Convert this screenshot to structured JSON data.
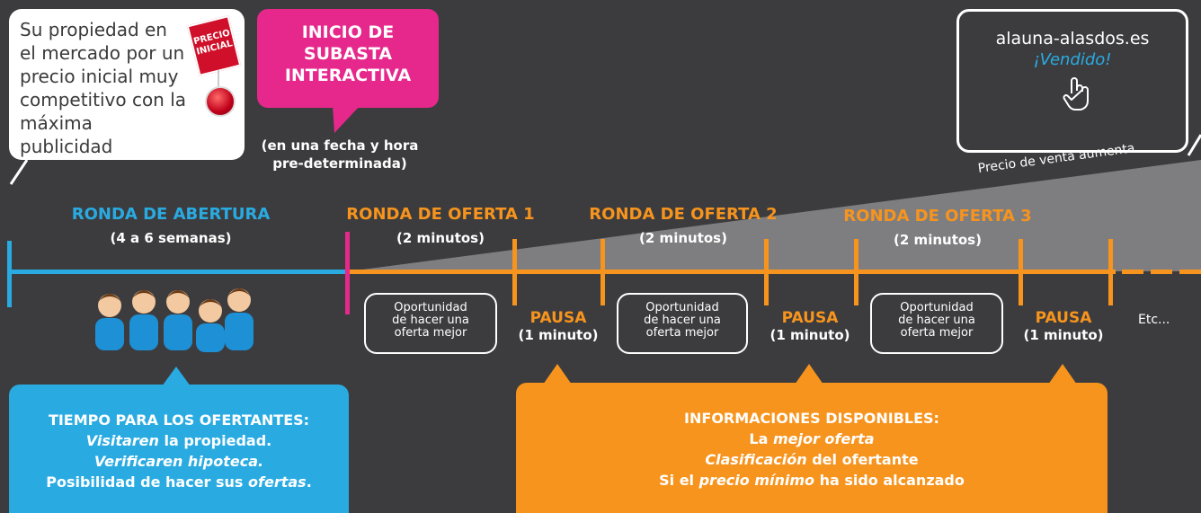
{
  "intro_bubble": {
    "text_lines": [
      "Su propiedad en",
      "el mercado por un",
      "precio inicial muy",
      "competitivo con la",
      "máxima publicidad"
    ]
  },
  "price_tag": {
    "line1": "PRECIO",
    "line2": "INICIAL"
  },
  "start_bubble": {
    "title_lines": [
      "INICIO DE",
      "SUBASTA",
      "INTERACTIVA"
    ],
    "note_lines": [
      "(en una fecha y hora",
      "pre-determinada)"
    ]
  },
  "sold_bubble": {
    "domain": "alauna-alasdos.es",
    "status": "¡Vendido!",
    "icon": "hand-cursor-icon"
  },
  "price_rising": "Precio de venta aumenta",
  "opening_round": {
    "title": "RONDA DE ABERTURA",
    "duration": "(4 a 6 semanas)"
  },
  "offer_rounds": [
    {
      "title": "RONDA DE OFERTA 1",
      "duration": "(2 minutos)",
      "opportunity": [
        "Oportunidad",
        "de hacer una",
        "oferta mejor"
      ],
      "pause_label": "PAUSA",
      "pause_duration": "(1 minuto)"
    },
    {
      "title": "RONDA DE OFERTA 2",
      "duration": "(2 minutos)",
      "opportunity": [
        "Oportunidad",
        "de hacer una",
        "oferta mejor"
      ],
      "pause_label": "PAUSA",
      "pause_duration": "(1 minuto)"
    },
    {
      "title": "RONDA DE OFERTA 3",
      "duration": "(2 minutos)",
      "opportunity": [
        "Oportunidad",
        "de hacer una",
        "oferta mejor"
      ],
      "pause_label": "PAUSA",
      "pause_duration": "(1 minuto)"
    }
  ],
  "etc": "Etc...",
  "bidders_box": {
    "title": "TIEMPO PARA LOS OFERTANTES:",
    "line1_em": "Visitaren",
    "line1_rest": " la propiedad.",
    "line2_em": "Verificaren hipoteca.",
    "line3_rest": "Posibilidad de hacer sus ",
    "line3_em": "ofertas",
    "line3_end": "."
  },
  "info_box": {
    "title": "INFORMACIONES DISPONIBLES:",
    "line1_pre": "La ",
    "line1_em": "mejor oferta",
    "line2_em": "Clasificación",
    "line2_rest": " del ofertante",
    "line3_pre": "Si el ",
    "line3_em": "precio mínimo",
    "line3_rest": " ha sido alcanzado"
  },
  "colors": {
    "background": "#3c3c3e",
    "blue": "#29abe2",
    "orange": "#f7941d",
    "magenta": "#e6288c",
    "white": "#ffffff",
    "wedge": "#8a8a8c"
  }
}
